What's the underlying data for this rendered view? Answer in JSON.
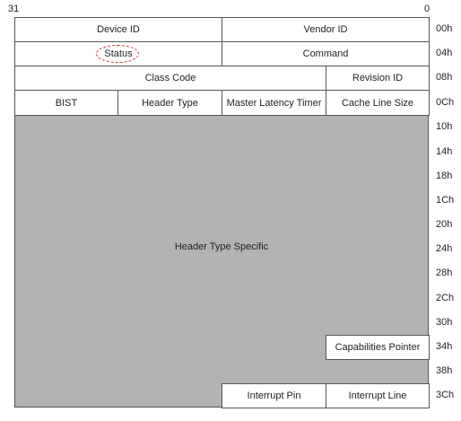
{
  "bits": {
    "high": "31",
    "low": "0"
  },
  "registers": {
    "device_id": "Device ID",
    "vendor_id": "Vendor ID",
    "status": "Status",
    "command": "Command",
    "class_code": "Class Code",
    "revision_id": "Revision ID",
    "bist": "BIST",
    "header_type": "Header Type",
    "master_latency_timer": "Master Latency Timer",
    "cache_line_size": "Cache Line Size",
    "header_type_specific": "Header Type Specific",
    "capabilities_pointer": "Capabilities Pointer",
    "interrupt_pin": "Interrupt Pin",
    "interrupt_line": "Interrupt Line"
  },
  "offsets": [
    "00h",
    "04h",
    "08h",
    "0Ch",
    "10h",
    "14h",
    "18h",
    "1Ch",
    "20h",
    "24h",
    "28h",
    "2Ch",
    "30h",
    "34h",
    "38h",
    "3Ch"
  ],
  "highlight": {
    "target": "status",
    "style": "dashed ellipse",
    "color": "#d03a3a"
  }
}
